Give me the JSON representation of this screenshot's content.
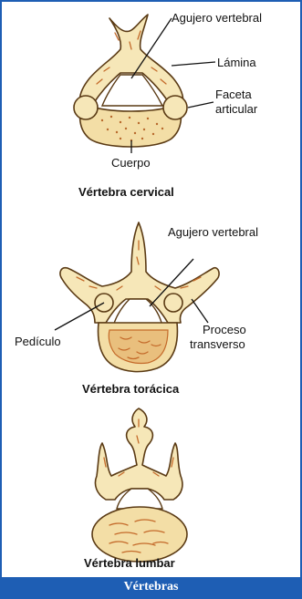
{
  "cervical": {
    "caption": "Vértebra cervical",
    "labels": {
      "foramen": "Agujero vertebral",
      "lamina": "Lámina",
      "facet_line1": "Faceta",
      "facet_line2": "articular",
      "body": "Cuerpo"
    }
  },
  "thoracic": {
    "caption": "Vértebra torácica",
    "labels": {
      "foramen": "Agujero vertebral",
      "pedicle": "Pedículo",
      "process_line1": "Proceso",
      "process_line2": "transverso"
    }
  },
  "lumbar": {
    "caption": "Vértebra lumbar"
  },
  "footer": {
    "title": "Vértebras"
  },
  "colors": {
    "frame": "#1e5eb4",
    "bone": "#f6e7b8",
    "outline": "#5a3a14",
    "marking": "#c46a2a"
  }
}
